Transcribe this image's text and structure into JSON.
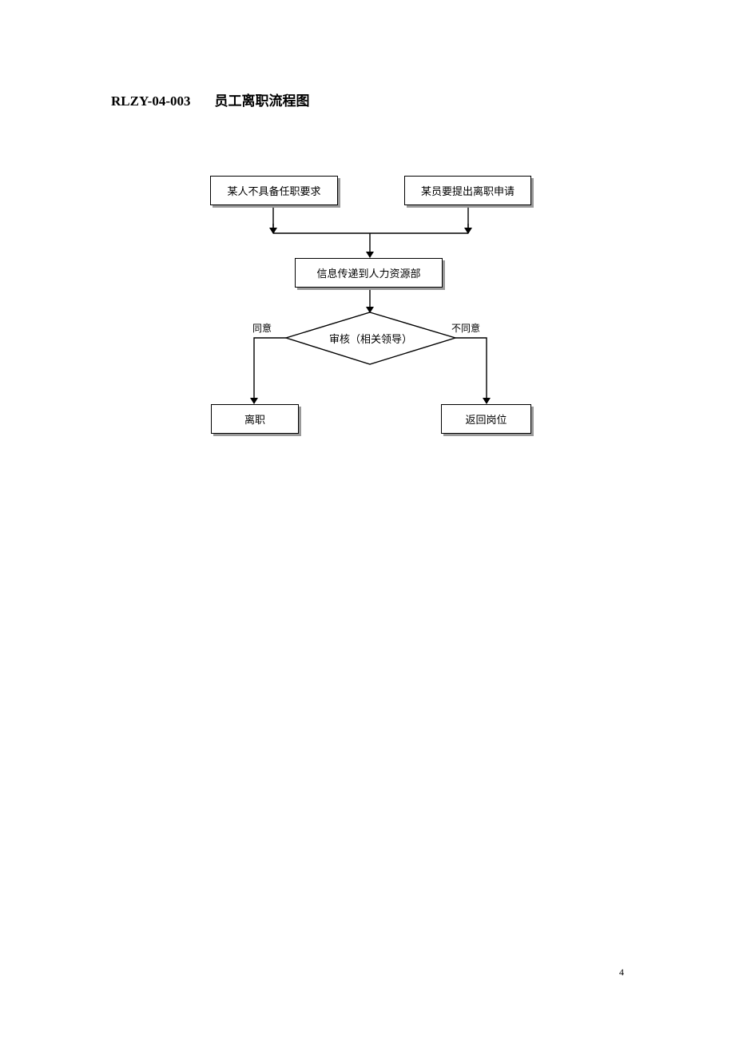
{
  "heading": {
    "code": "RLZY-04-003",
    "title": "员工离职流程图"
  },
  "flowchart": {
    "start_left": "某人不具备任职要求",
    "start_right": "某员要提出离职申请",
    "hr_step": "信息传递到人力资源部",
    "decision": "审核（相关领导）",
    "branch_yes": "同意",
    "branch_no": "不同意",
    "result_yes": "离职",
    "result_no": "返回岗位"
  },
  "page_number": "4"
}
